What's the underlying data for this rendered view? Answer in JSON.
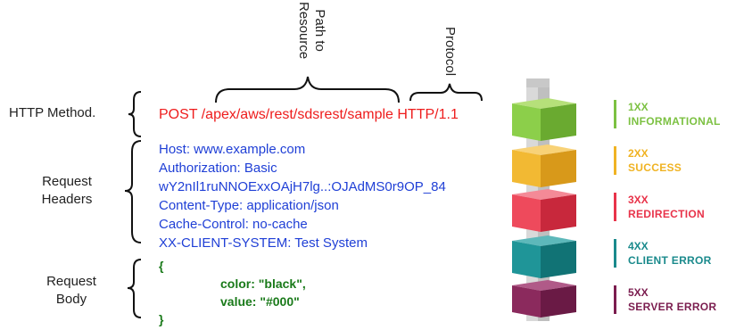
{
  "labels": {
    "path_line1": "Path to",
    "path_line2": "Resource",
    "protocol": "Protocol",
    "http_method": "HTTP Method.",
    "request_headers_1": "Request",
    "request_headers_2": "Headers",
    "request_body_1": "Request",
    "request_body_2": "Body"
  },
  "request_line": {
    "method_path": "POST /apex/aws/rest/sdsrest/sample",
    "protocol": "HTTP/1.1"
  },
  "headers": [
    "Host: www.example.com",
    "Authorization: Basic",
    "wY2nIl1ruNNOExxOAjH7lg..:OJAdMS0r9OP_84",
    "Content-Type: application/json",
    "Cache-Control: no-cache",
    "XX-CLIENT-SYSTEM: Test System"
  ],
  "body": {
    "open": "{",
    "line1": "color: \"black\",",
    "line2": "value: \"#000\"",
    "close": "}"
  },
  "status_codes": [
    {
      "code": "1XX",
      "name": "INFORMATIONAL",
      "color": "#7cc142"
    },
    {
      "code": "2XX",
      "name": "SUCCESS",
      "color": "#f0b323"
    },
    {
      "code": "3XX",
      "name": "REDIRECTION",
      "color": "#e8334a"
    },
    {
      "code": "4XX",
      "name": "CLIENT ERROR",
      "color": "#1a8a8c"
    },
    {
      "code": "5XX",
      "name": "SERVER ERROR",
      "color": "#7b1d4f"
    }
  ]
}
